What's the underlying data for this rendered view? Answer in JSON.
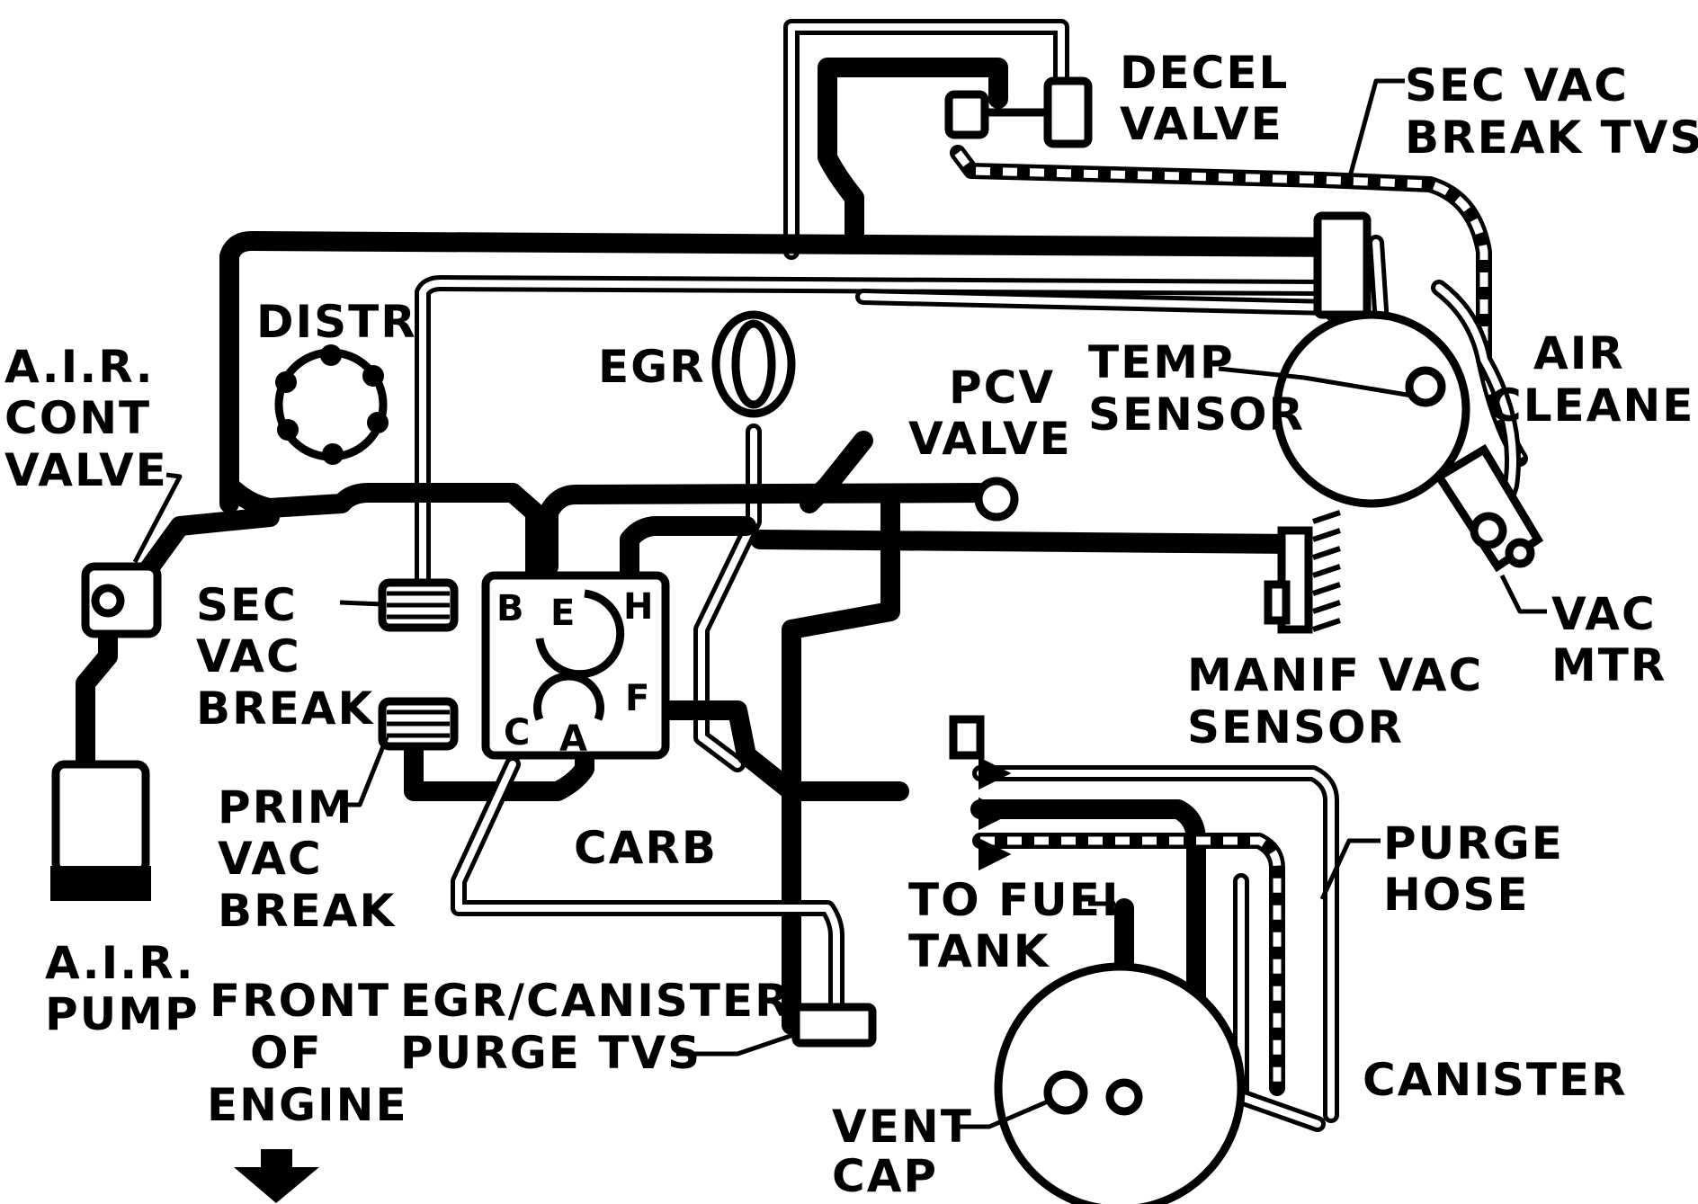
{
  "labels": {
    "decel_valve": [
      "DECEL",
      "VALVE"
    ],
    "sec_vac_break_tvs": [
      "SEC VAC",
      "BREAK TVS"
    ],
    "distr": [
      "DISTR"
    ],
    "egr": [
      "EGR"
    ],
    "pcv_valve": [
      "PCV",
      "VALVE"
    ],
    "temp_sensor": [
      "TEMP",
      "SENSOR"
    ],
    "air_cleaner": [
      "AIR",
      "CLEANER"
    ],
    "air_cont_valve": [
      "A.I.R.",
      "CONT",
      "VALVE"
    ],
    "sec_vac_break": [
      "SEC",
      "VAC",
      "BREAK"
    ],
    "manif_vac_sensor": [
      "MANIF VAC",
      "SENSOR"
    ],
    "vac_mtr": [
      "VAC",
      "MTR"
    ],
    "prim_vac_break": [
      "PRIM",
      "VAC",
      "BREAK"
    ],
    "carb": [
      "CARB"
    ],
    "purge_hose": [
      "PURGE",
      "HOSE"
    ],
    "to_fuel_tank": [
      "TO FUEL",
      "TANK"
    ],
    "air_pump": [
      "A.I.R.",
      "PUMP"
    ],
    "front_of_engine": [
      "FRONT",
      "OF",
      "ENGINE"
    ],
    "egr_canister_purge_tvs": [
      "EGR/CANISTER",
      "PURGE TVS"
    ],
    "canister": [
      "CANISTER"
    ],
    "vent_cap": [
      "VENT",
      "CAP"
    ]
  },
  "carb_ports": [
    "B",
    "E",
    "H",
    "F",
    "C",
    "A"
  ]
}
